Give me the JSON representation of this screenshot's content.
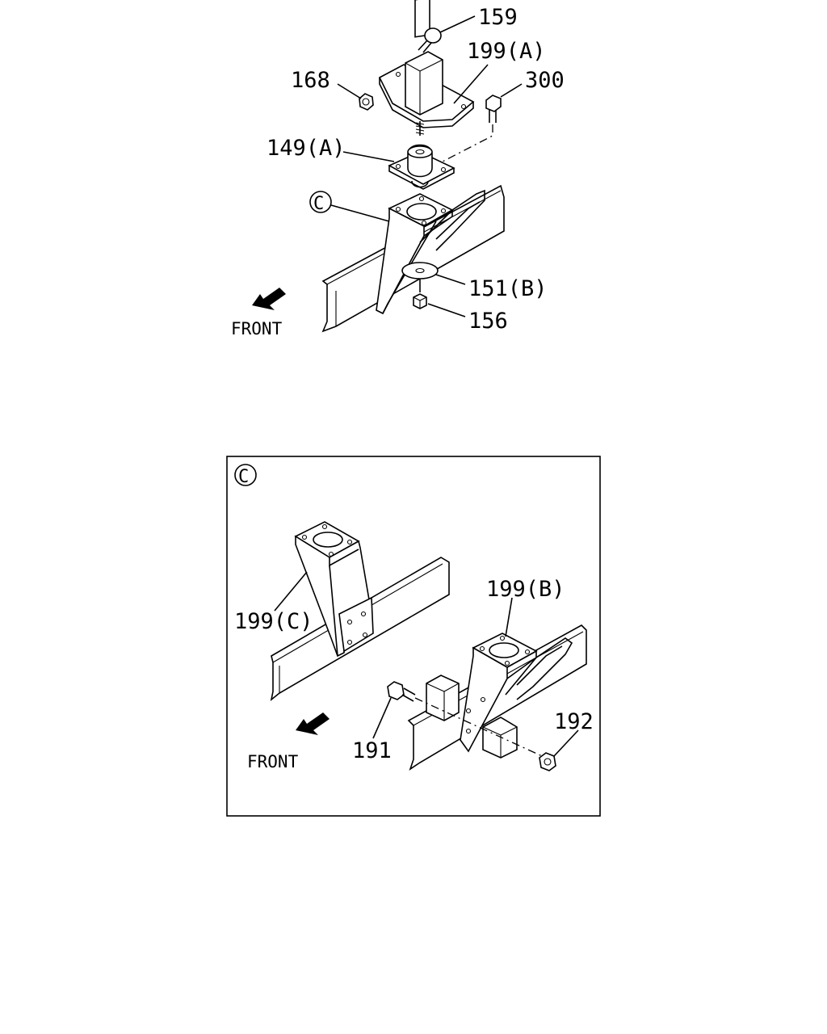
{
  "upper_assembly": {
    "labels": {
      "p159": "159",
      "p199a": "199(A)",
      "p168": "168",
      "p300": "300",
      "p149a": "149(A)",
      "pc": "C",
      "p151b": "151(B)",
      "p156": "156"
    },
    "front_label": "FRONT"
  },
  "detail_c": {
    "title": "C",
    "labels": {
      "p199c": "199(C)",
      "p199b": "199(B)",
      "p191": "191",
      "p192": "192"
    },
    "front_label": "FRONT"
  }
}
